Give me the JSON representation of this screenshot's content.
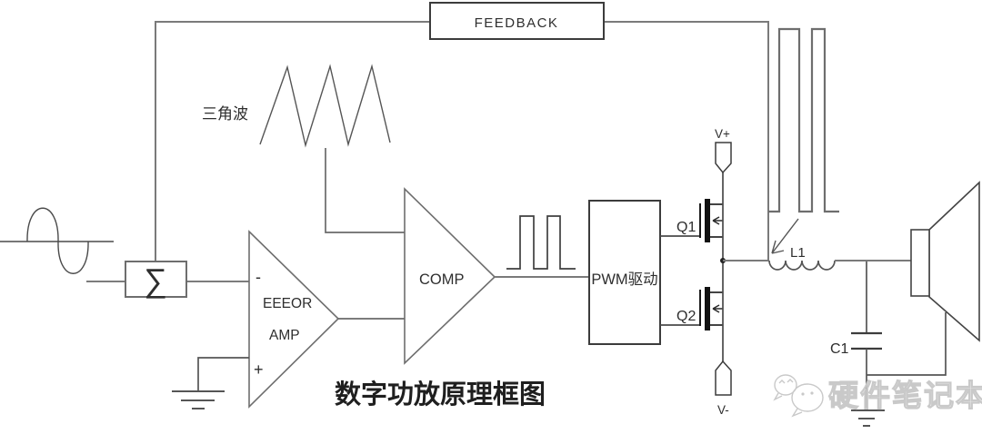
{
  "title": "数字功放原理框图",
  "labels": {
    "triangle_wave": "三角波",
    "feedback": "FEEDBACK",
    "summer_symbol": "∑",
    "error_amp_minus": "-",
    "error_amp_name1": "EEEOR",
    "error_amp_name2": "AMP",
    "error_amp_plus": "+",
    "comparator": "COMP",
    "pwm_driver": "PWM驱动",
    "q1": "Q1",
    "q2": "Q2",
    "v_plus": "V+",
    "v_minus": "V-",
    "inductor": "L1",
    "capacitor": "C1"
  },
  "watermark": {
    "text": "硬件笔记本"
  },
  "colors": {
    "background": "#ffffff",
    "wire": "#7a7a7a",
    "outline": "#4a4a4a",
    "component": "#1a1a1a",
    "text": "#2e2e2e",
    "watermark": "#c9c9c9"
  }
}
